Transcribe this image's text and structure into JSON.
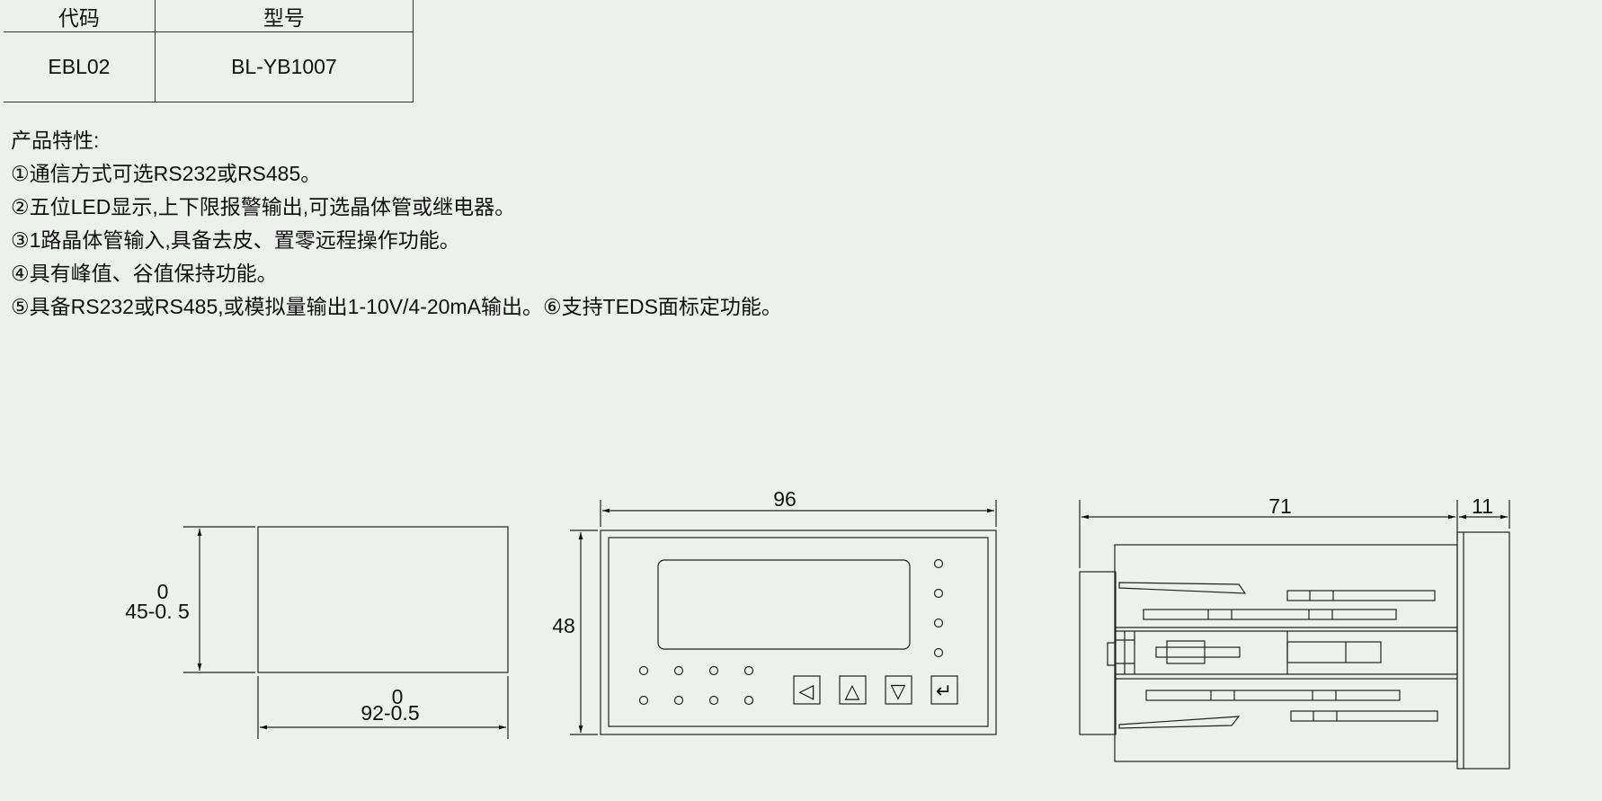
{
  "spec_table": {
    "headers": [
      "代码",
      "型号"
    ],
    "rows": [
      [
        "EBL02",
        "BL-YB1007"
      ]
    ]
  },
  "features": {
    "title": "产品特性:",
    "items": [
      "①通信方式可选RS232或RS485。",
      "②五位LED显示,上下限报警输出,可选晶体管或继电器。",
      "③1路晶体管输入,具备去皮、置零远程操作功能。",
      "④具有峰值、谷值保持功能。",
      "⑤具备RS232或RS485,或模拟量输出1-10V/4-20mA输出。⑥支持TEDS面标定功能。"
    ]
  },
  "drawing": {
    "cutout": {
      "height_tol": "0",
      "height_dim": "45-0. 5",
      "width_tol": "0",
      "width_dim": "92-0.5"
    },
    "front": {
      "width_dim": "96",
      "height_dim": "48",
      "buttons": [
        "◁",
        "△",
        "▽",
        "↵"
      ]
    },
    "side": {
      "depth_dim": "71",
      "bezel_dim": "11"
    }
  }
}
